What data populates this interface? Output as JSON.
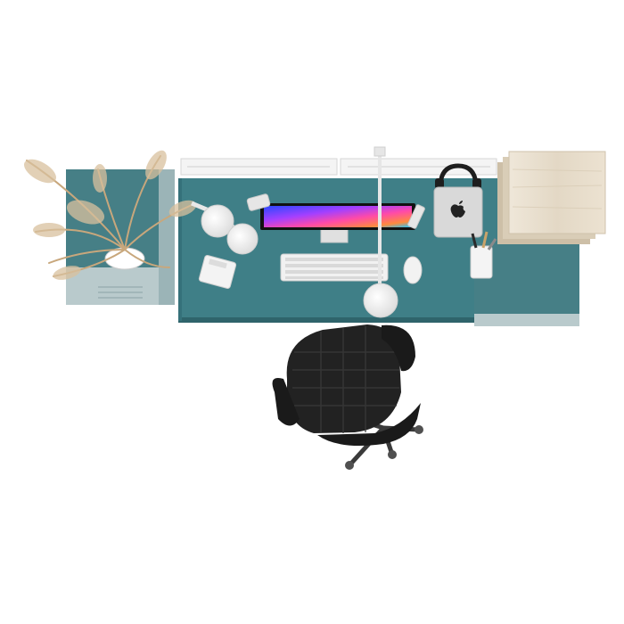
{
  "scene": {
    "background": "#ffffff",
    "colors": {
      "desk_top": "#3f7f87",
      "desk_edge": "#2f646b",
      "cabinet": "#467f86",
      "cabinet_side": "#9bb4b7",
      "wood": "#e6dccb",
      "chair": "#222222",
      "lamp": "#f2f2f2"
    },
    "objects": [
      "desk",
      "left-cabinet",
      "right-cabinet",
      "wooden-side-table",
      "pampas-grass-plant",
      "monitor",
      "keyboard",
      "mouse",
      "calculator",
      "mini-computer",
      "headphones",
      "desk-lamp",
      "pendant-lamp",
      "pen-holder",
      "office-chair",
      "cable-trays"
    ]
  }
}
